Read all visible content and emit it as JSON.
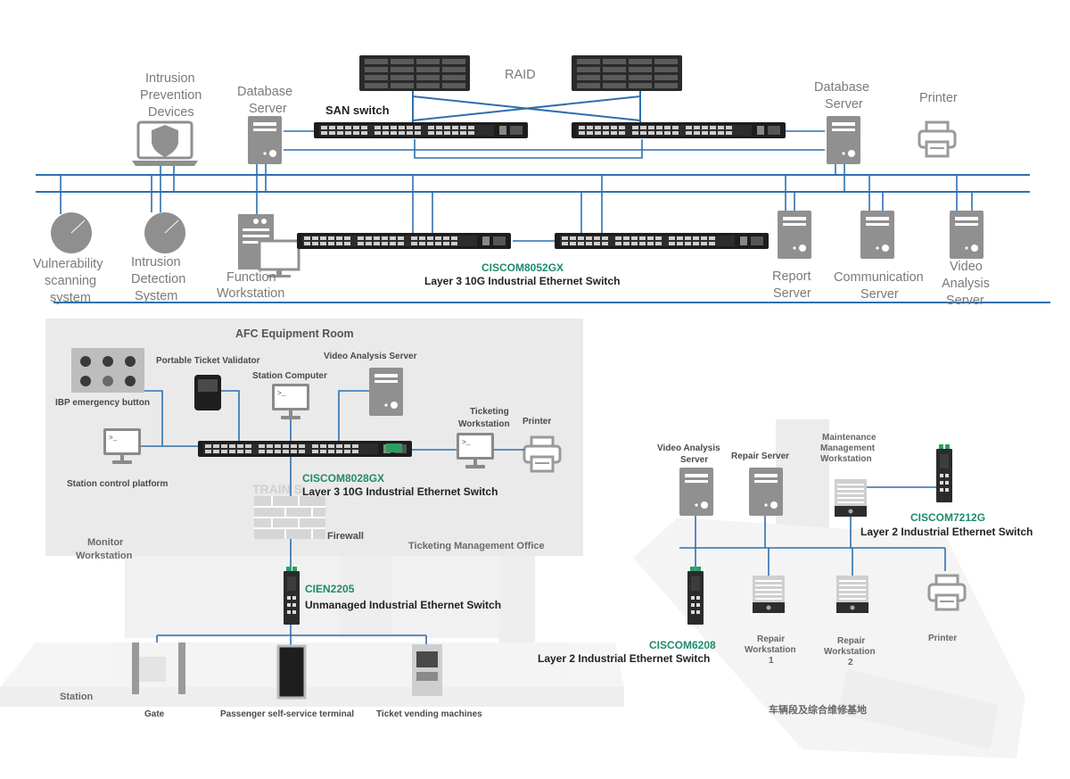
{
  "top": {
    "raid": "RAID",
    "san_switch": "SAN switch",
    "ips": [
      "Intrusion",
      "Prevention",
      "Devices"
    ],
    "db_left": [
      "Database",
      "Server"
    ],
    "db_right": [
      "Database",
      "Server"
    ],
    "printer": "Printer",
    "vuln": [
      "Vulnerability",
      "scanning",
      "system"
    ],
    "ids": [
      "Intrusion",
      "Detection",
      "System"
    ],
    "function_ws": [
      "Function",
      "Workstation"
    ],
    "core_model": "CISCOM8052GX",
    "core_desc": "Layer 3 10G Industrial Ethernet Switch",
    "report": [
      "Report",
      "Server"
    ],
    "comm": [
      "Communication",
      "Server"
    ],
    "video": [
      "Video",
      "Analysis",
      "Server"
    ]
  },
  "afc": {
    "room": "AFC Equipment Room",
    "portable": "Portable Ticket Validator",
    "video": "Video Analysis Server",
    "station_computer": "Station Computer",
    "ibp": "IBP emergency button",
    "ticketing_ws": [
      "Ticketing",
      "Workstation"
    ],
    "printer": "Printer",
    "control_platform": "Station control platform",
    "switch_model": "CISCOM8028GX",
    "switch_desc": "Layer 3 10G Industrial Ethernet Switch",
    "train_sign": "TRAIN S",
    "firewall": "Firewall",
    "monitor_ws": [
      "Monitor",
      "Workstation"
    ],
    "ticket_office": "Ticketing Management Office",
    "edge_model": "CIEN2205",
    "edge_desc": "Unmanaged Industrial Ethernet Switch",
    "station": "Station",
    "gate": "Gate",
    "self_service": "Passenger self-service terminal",
    "tvm": "Ticket vending machines"
  },
  "depot": {
    "video": [
      "Video Analysis",
      "Server"
    ],
    "repair_server": "Repair Server",
    "maint": [
      "Maintenance",
      "Management",
      "Workstation"
    ],
    "sw7212_model": "CISCOM7212G",
    "sw7212_desc": "Layer 2 Industrial Ethernet Switch",
    "sw6208_model": "CISCOM6208",
    "sw6208_desc": "Layer 2  Industrial Ethernet Switch",
    "repair_ws1": [
      "Repair",
      "Workstation",
      "1"
    ],
    "repair_ws2": [
      "Repair",
      "Workstation",
      "2"
    ],
    "printer": "Printer",
    "caption": "车辆段及综合维修基地"
  },
  "colors": {
    "link": "#2f6fb0",
    "model_text": "#1f8a6e",
    "device_gray": "#8e8e8e",
    "room_bg": "#e9e9e9"
  }
}
